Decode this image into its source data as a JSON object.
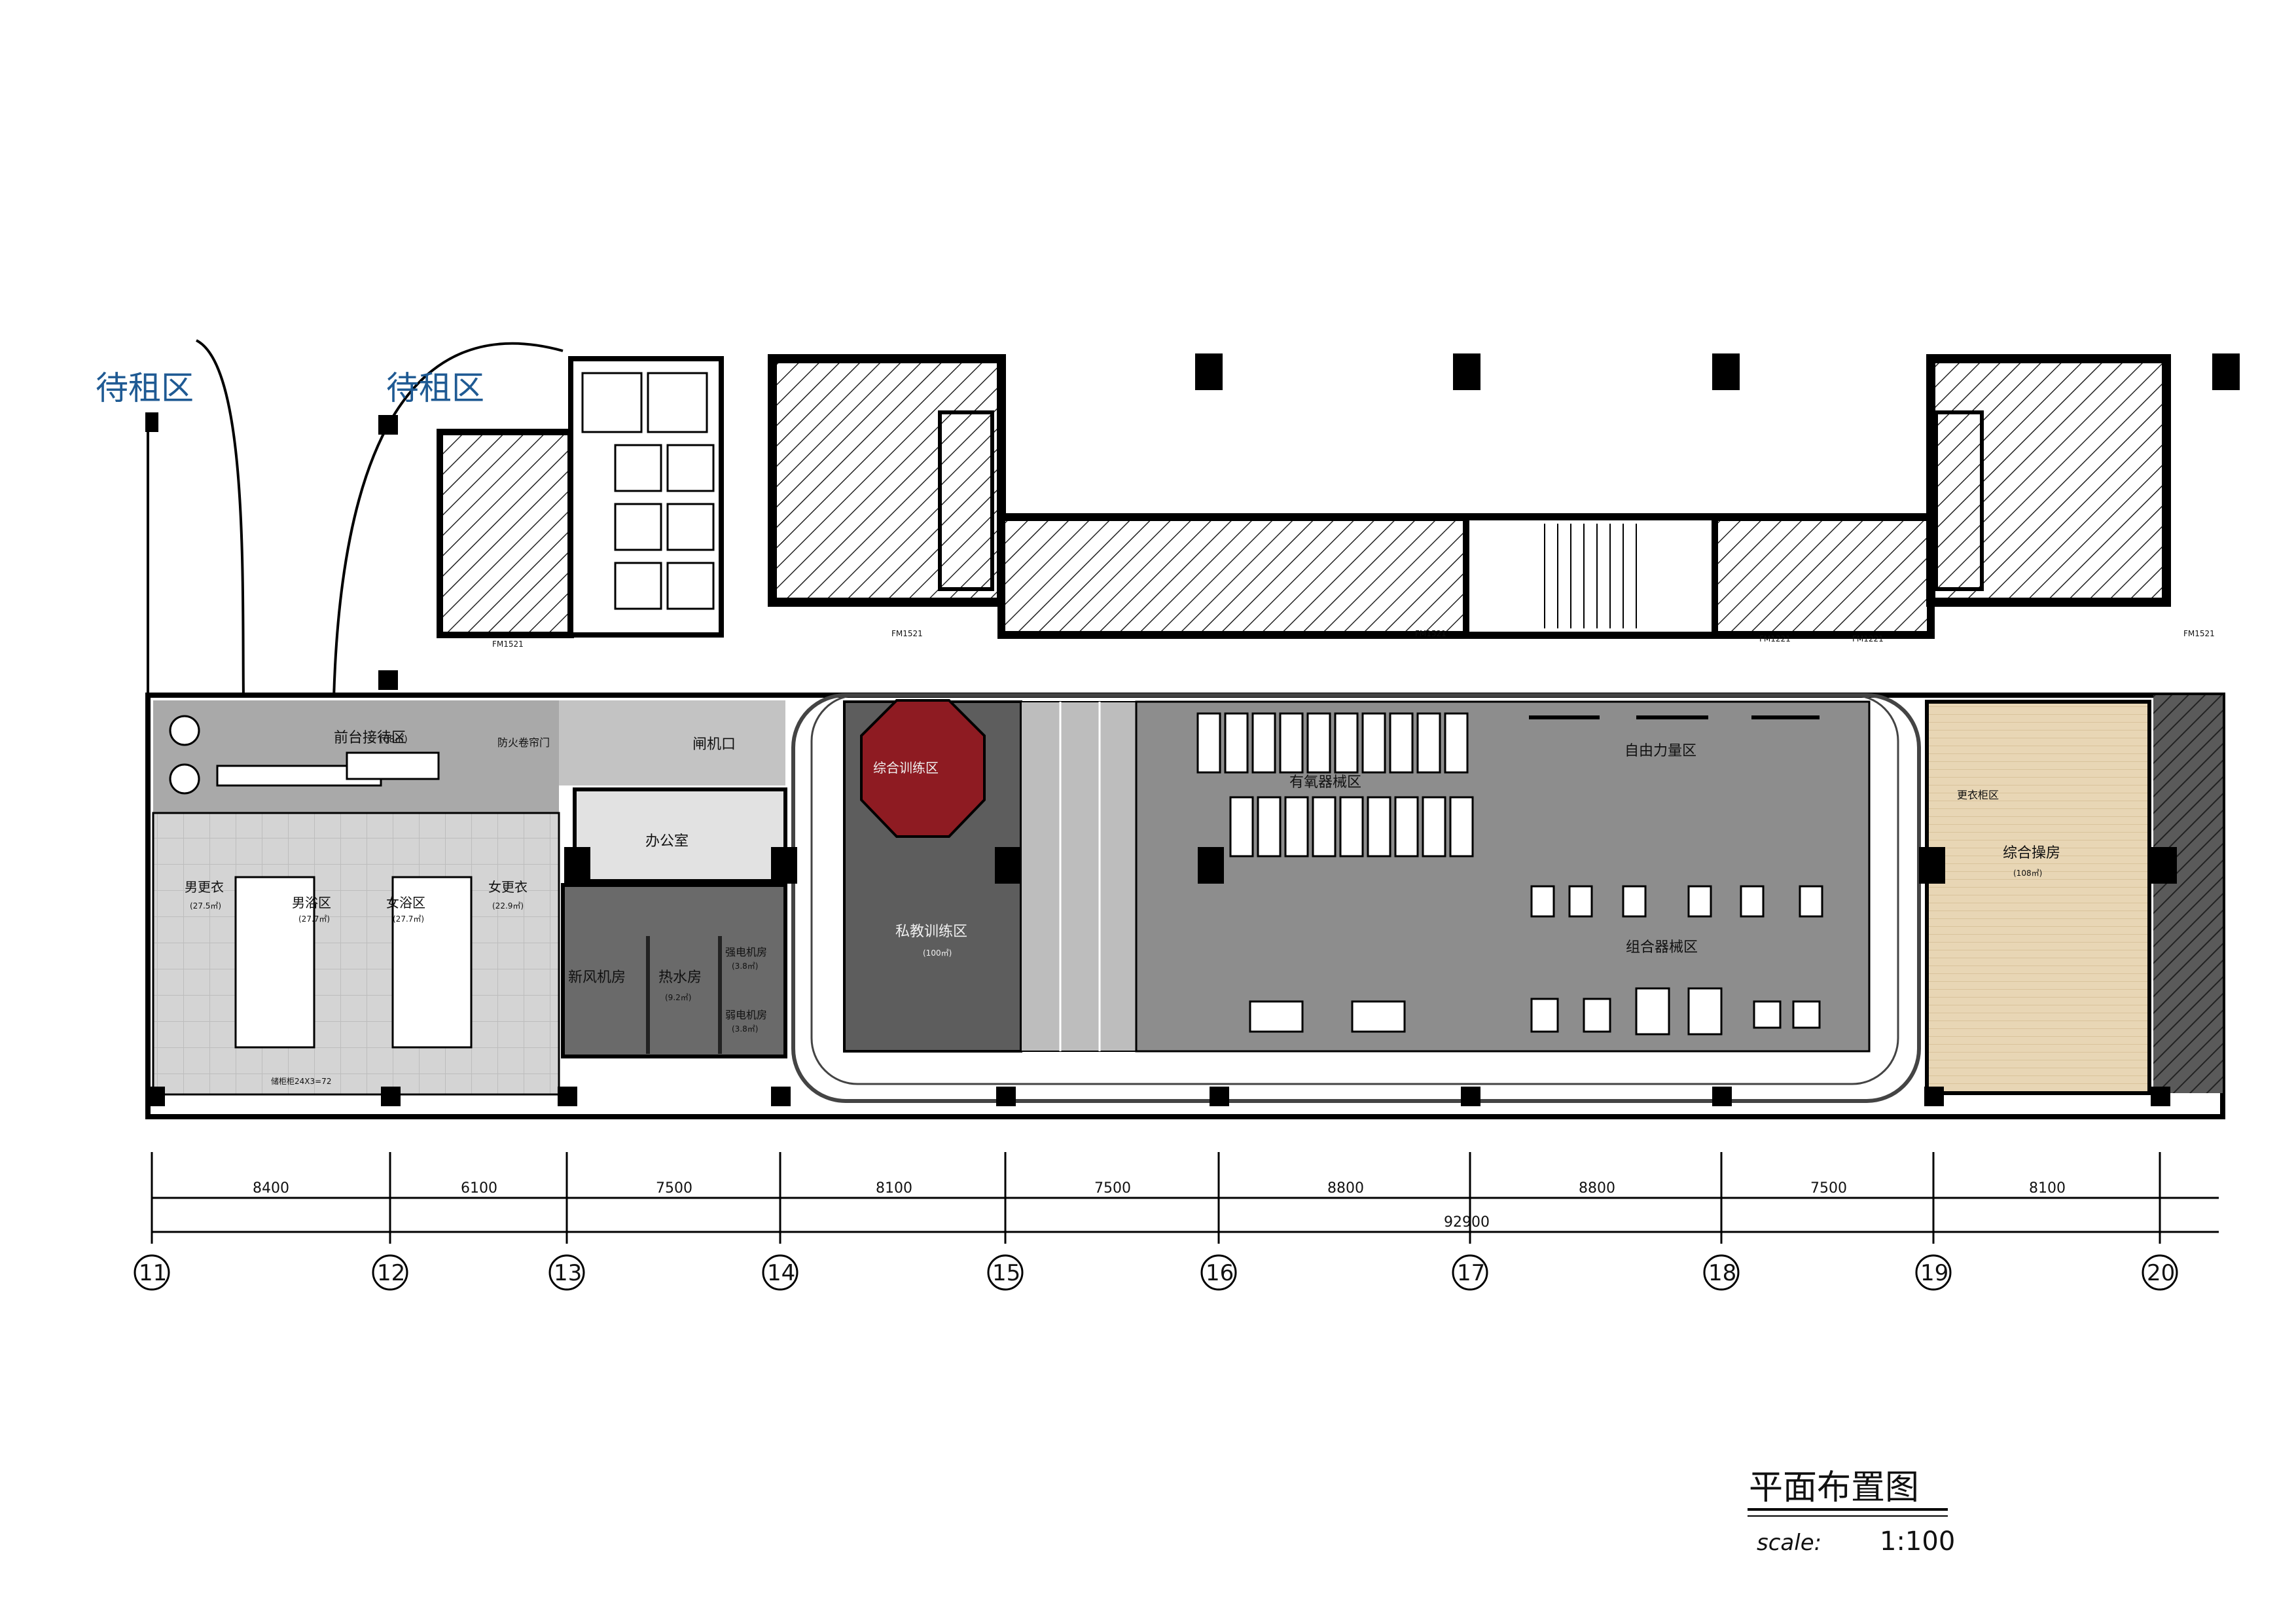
{
  "title": "平面布置图",
  "scale_label": "scale:",
  "scale_value": "1:100",
  "zones": {
    "rent_left": "待租区",
    "rent_mid": "待租区",
    "reception": "前台接待区",
    "reception_area": "(68㎡)",
    "fire_door": "防火卷帘门",
    "gate": "闸机口",
    "office": "办公室",
    "men_change": "男更衣",
    "men_change_area": "(27.5㎡)",
    "men_bath": "男浴区",
    "men_bath_area": "(27.7㎡)",
    "women_bath": "女浴区",
    "women_bath_area": "(27.7㎡)",
    "women_change": "女更衣",
    "women_change_area": "(22.9㎡)",
    "locker_note": "储柜柜24X3=72",
    "fresh_air": "新风机房",
    "hot_water": "热水房",
    "hot_water_area": "(9.2㎡)",
    "strong_power": "强电机房",
    "strong_power_area": "(3.8㎡)",
    "weak_power": "弱电机房",
    "weak_power_area": "(3.8㎡)",
    "combo_train": "综合训练区",
    "private_train": "私教训练区",
    "private_train_area": "(100㎡)",
    "cardio": "有氧器械区",
    "free_weight": "自由力量区",
    "combo_equip": "组合器械区",
    "multi_room": "综合操房",
    "multi_room_area": "(108㎡)",
    "dressing": "更衣柜区",
    "fm1": "FM1521",
    "fm2": "FM1521",
    "fm3": "FM1521",
    "fm4": "FM1221",
    "fm5": "FM1221",
    "fm6": "FM1521"
  },
  "dimensions": {
    "spans": [
      "8400",
      "6100",
      "7500",
      "8100",
      "7500",
      "8800",
      "8800",
      "7500",
      "8100"
    ],
    "total": "92900"
  },
  "axes": [
    "11",
    "12",
    "13",
    "14",
    "15",
    "16",
    "17",
    "18",
    "19",
    "20"
  ],
  "colors": {
    "wall": "#000000",
    "floor_grey": "#9b9b9b",
    "floor_light": "#cfcfcf",
    "red_ring": "#8e1b22",
    "wood": "#e8d6b5",
    "blue_text": "#1f5a93"
  }
}
